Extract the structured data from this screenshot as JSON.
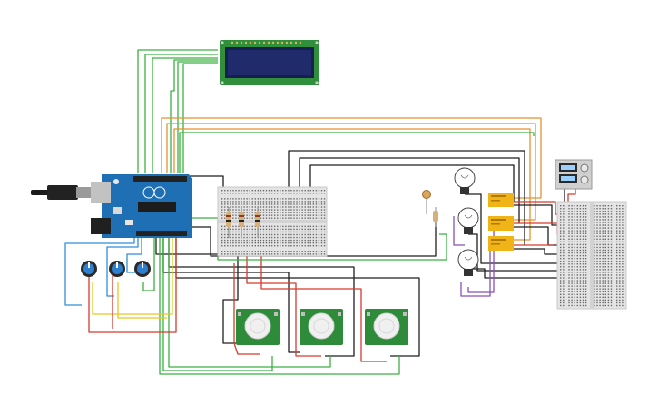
{
  "canvas": {
    "background": "#ffffff"
  },
  "colors": {
    "wire_green": "#3cb043",
    "wire_orange": "#e8912c",
    "wire_black": "#1f1f1f",
    "wire_red": "#d63a2f",
    "wire_blue": "#2f8fd6",
    "wire_yellow": "#e6c722",
    "wire_purple": "#8a4fb8",
    "arduino_board": "#1f6fb5",
    "breadboard": "#e4e4e4",
    "lcd_frame": "#2f8f3a",
    "lcd_screen": "#1f2b6b",
    "pir_board": "#2e8b3a",
    "relay_body": "#f0b418"
  },
  "components": {
    "arduino": {
      "type": "arduino-uno",
      "usb_cable": true
    },
    "lcd": {
      "type": "lcd-16x2"
    },
    "breadboard_small": {
      "type": "breadboard-half"
    },
    "breadboard_right": {
      "type": "breadboard-half-vertical"
    },
    "potentiometers": {
      "count": 3,
      "icon": "potentiometer-icon"
    },
    "pir_sensors": {
      "count": 3,
      "icon": "pir-sensor-icon"
    },
    "resistors": {
      "count": 3,
      "icon": "resistor-icon"
    },
    "photoresistor": {
      "icon": "photoresistor-icon"
    },
    "bulbs": {
      "count": 3,
      "icon": "light-bulb-icon"
    },
    "relays": {
      "count": 3,
      "icon": "relay-icon"
    },
    "power_supply": {
      "icon": "power-supply-icon"
    }
  }
}
